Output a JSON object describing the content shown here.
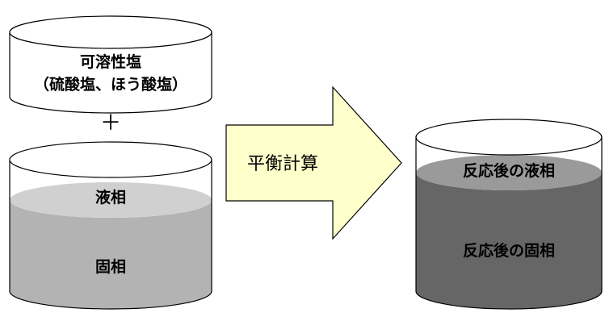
{
  "left": {
    "soluble_salt": {
      "line1": "可溶性塩",
      "line2": "（硫酸塩、ほう酸塩）"
    },
    "plus": "＋",
    "liquid_phase": "液相",
    "solid_phase": "固相"
  },
  "arrow": {
    "label": "平衡計算"
  },
  "right": {
    "liquid_after": "反応後の液相",
    "solid_after": "反応後の固相"
  },
  "colors": {
    "liquid_left": "#d0d0d0",
    "solid_left": "#b3b3b3",
    "liquid_right": "#9a9a9a",
    "solid_right": "#666666",
    "arrow_fill": "#ffffcc"
  }
}
